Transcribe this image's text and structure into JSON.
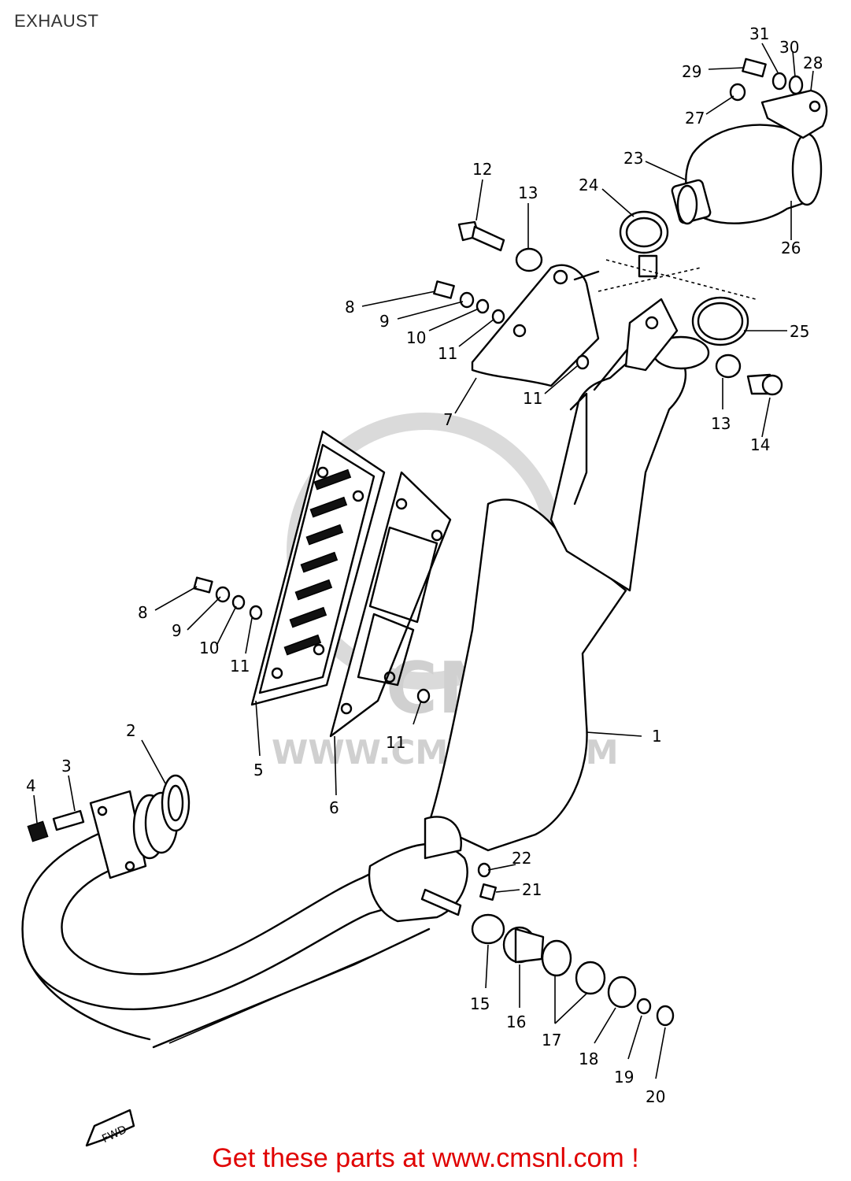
{
  "page_title": "EXHAUST",
  "footer_text": "Get these parts at www.cmsnl.com !",
  "watermark": {
    "brand": "CMS",
    "url": "WWW.CMSNL.COM"
  },
  "fwd_label": "FWD",
  "callouts": [
    {
      "id": "1",
      "text": "1"
    },
    {
      "id": "2",
      "text": "2"
    },
    {
      "id": "3",
      "text": "3"
    },
    {
      "id": "4",
      "text": "4"
    },
    {
      "id": "5",
      "text": "5"
    },
    {
      "id": "6",
      "text": "6"
    },
    {
      "id": "7",
      "text": "7"
    },
    {
      "id": "8a",
      "text": "8"
    },
    {
      "id": "8b",
      "text": "8"
    },
    {
      "id": "9a",
      "text": "9"
    },
    {
      "id": "9b",
      "text": "9"
    },
    {
      "id": "10a",
      "text": "10"
    },
    {
      "id": "10b",
      "text": "10"
    },
    {
      "id": "11a",
      "text": "11"
    },
    {
      "id": "11b",
      "text": "11"
    },
    {
      "id": "11c",
      "text": "11"
    },
    {
      "id": "11d",
      "text": "11"
    },
    {
      "id": "12",
      "text": "12"
    },
    {
      "id": "13a",
      "text": "13"
    },
    {
      "id": "13b",
      "text": "13"
    },
    {
      "id": "14",
      "text": "14"
    },
    {
      "id": "15",
      "text": "15"
    },
    {
      "id": "16",
      "text": "16"
    },
    {
      "id": "17",
      "text": "17"
    },
    {
      "id": "18",
      "text": "18"
    },
    {
      "id": "19",
      "text": "19"
    },
    {
      "id": "20",
      "text": "20"
    },
    {
      "id": "21",
      "text": "21"
    },
    {
      "id": "22",
      "text": "22"
    },
    {
      "id": "23",
      "text": "23"
    },
    {
      "id": "24",
      "text": "24"
    },
    {
      "id": "25",
      "text": "25"
    },
    {
      "id": "26",
      "text": "26"
    },
    {
      "id": "27",
      "text": "27"
    },
    {
      "id": "28",
      "text": "28"
    },
    {
      "id": "29",
      "text": "29"
    },
    {
      "id": "30",
      "text": "30"
    },
    {
      "id": "31",
      "text": "31"
    }
  ]
}
